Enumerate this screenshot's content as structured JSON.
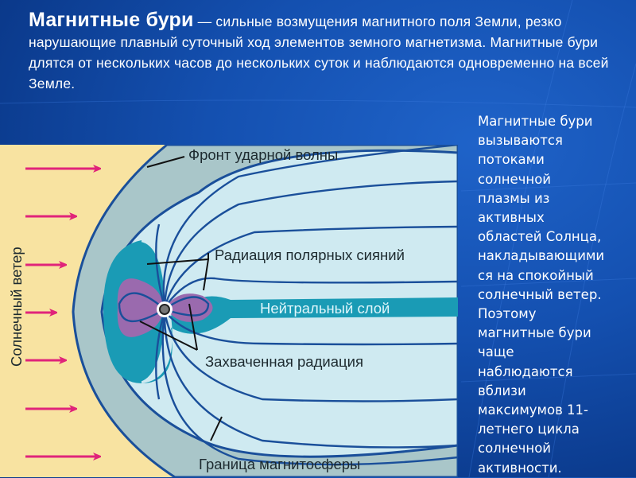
{
  "slide": {
    "header": {
      "term": "Магнитные бури",
      "definition": " — сильные возмущения магнитного поля Земли, резко нарушающие плавный суточный ход элементов земного магнетизма. Магнитные бури длятся от нескольких часов до нескольких суток и наблюдаются одновременно на всей Земле."
    },
    "side_text": {
      "lines": [
        "Магнитные бури",
        "вызываются",
        "потоками",
        "солнечной",
        "плазмы из",
        "активных",
        "областей Солнца,",
        "накладывающими",
        "ся на спокойный",
        "солнечный ветер.",
        "Поэтому",
        "магнитные бури",
        "чаще",
        "наблюдаются",
        "вблизи",
        "максимумов 11-",
        "летнего цикла",
        "солнечной",
        "активности."
      ]
    },
    "diagram": {
      "labels": {
        "shock_front": "Фронт ударной волны",
        "auroral_radiation": "Радиация полярных сияний",
        "neutral_layer": "Нейтральный слой",
        "trapped_radiation": "Захваченная радиация",
        "magnetopause": "Граница магнитосферы",
        "solar_wind": "Солнечный ветер"
      },
      "colors": {
        "solar_wind_bg": "#f8e3a1",
        "magnetosheath": "#a9c6c9",
        "magnetosphere": "#cfeaf1",
        "field_lines": "#1a4f9a",
        "radiation_teal": "#1a9bb5",
        "radiation_purple": "#9a6aae",
        "arrows": "#e0247a",
        "background": "#1450b0"
      },
      "arrow_count": 7
    }
  }
}
